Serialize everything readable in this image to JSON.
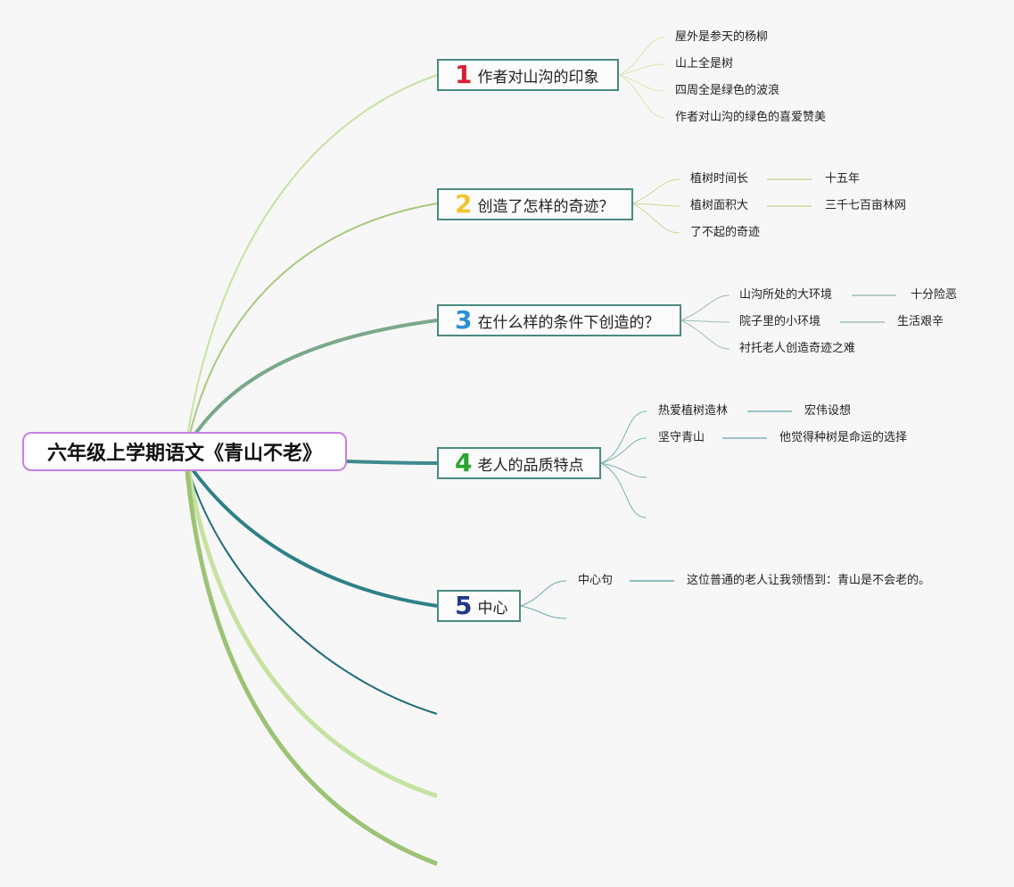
{
  "root": {
    "title": "六年级上学期语文《青山不老》"
  },
  "colors": {
    "b1": "#d61f35",
    "b2": "#f2c52e",
    "b3": "#2a8fd8",
    "b4": "#2aa52e",
    "b5": "#1e3a8a",
    "root_border": "#c97fe0",
    "box_border": "#4a8a80"
  },
  "branches": [
    {
      "num": "1",
      "label": "作者对山沟的印象",
      "children": [
        {
          "label": "屋外是参天的杨柳"
        },
        {
          "label": "山上全是树"
        },
        {
          "label": "四周全是绿色的波浪"
        },
        {
          "label": "作者对山沟的绿色的喜爱赞美"
        }
      ]
    },
    {
      "num": "2",
      "label": "创造了怎样的奇迹？",
      "children": [
        {
          "label": "植树时间长",
          "detail": "十五年"
        },
        {
          "label": "植树面积大",
          "detail": "三千七百亩林网"
        },
        {
          "label": "了不起的奇迹"
        }
      ]
    },
    {
      "num": "3",
      "label": "在什么样的条件下创造的？",
      "children": [
        {
          "label": "山沟所处的大环境",
          "detail": "十分险恶"
        },
        {
          "label": "院子里的小环境",
          "detail": "生活艰辛"
        },
        {
          "label": "衬托老人创造奇迹之难"
        }
      ]
    },
    {
      "num": "4",
      "label": "老人的品质特点",
      "children": [
        {
          "label": "热爱植树造林",
          "detail": "宏伟设想"
        },
        {
          "label": "坚守青山",
          "detail": "他觉得种树是命运的选择"
        }
      ]
    },
    {
      "num": "5",
      "label": "中心",
      "children": [
        {
          "label": "中心句",
          "detail": "这位普通的老人让我领悟到：青山是不会老的。"
        }
      ]
    }
  ]
}
